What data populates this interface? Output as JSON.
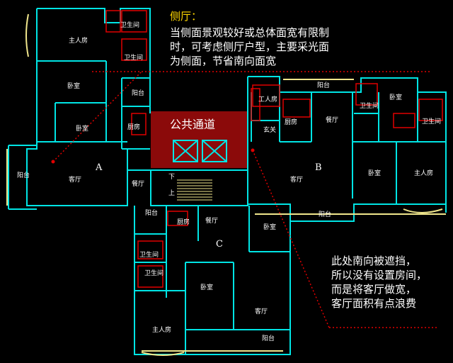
{
  "colors": {
    "wall": "#00e5e5",
    "furniture": "#e00000",
    "window": "#f0e68c",
    "corridor": "#8b0a0a",
    "note_title": "#ffd700",
    "dotline": "#e00000"
  },
  "notes": {
    "side_hall_title": "侧厅：",
    "side_hall_lines": [
      "当侧面景观较好或总体面宽有限制",
      "时，可考虑侧厅户型，主要采光面",
      "为侧面，节省南向面宽"
    ],
    "south_block_lines": [
      "此处南向被遮挡，",
      "所以没有设置房间，",
      "而是将客厅做宽，",
      "客厅面积有点浪费"
    ]
  },
  "corridor_label": "公共通道",
  "units": {
    "a": "A",
    "b": "B",
    "c": "C"
  },
  "rooms": {
    "a_master": "主人房",
    "a_bath1": "卫生间",
    "a_bath2": "卫生间",
    "a_bedroom1": "卧室",
    "a_bedroom2": "卧室",
    "a_balcony_n": "阳台",
    "a_kitchen": "厨房",
    "a_balcony_w": "阳台",
    "a_living": "客厅",
    "a_dining": "餐厅",
    "stair_down": "下",
    "stair_up": "上",
    "b_servant": "工人房",
    "b_balcony_n": "阳台",
    "b_kitchen": "厨房",
    "b_dining": "餐厅",
    "b_bath1": "卫生间",
    "b_bedroom_n": "卧室",
    "b_bath2": "卫生间",
    "b_entry": "玄关",
    "b_living": "客厅",
    "b_bedroom": "卧室",
    "b_master": "主人房",
    "b_balcony_s": "阳台",
    "c_balcony_n": "阳台",
    "c_kitchen": "厨房",
    "c_dining": "餐厅",
    "c_bath1": "卫生间",
    "c_bath2": "卫生间",
    "c_bedroom1": "卧室",
    "c_bedroom2": "卧室",
    "c_living": "客厅",
    "c_master": "主人房",
    "c_balcony_s": "阳台"
  }
}
